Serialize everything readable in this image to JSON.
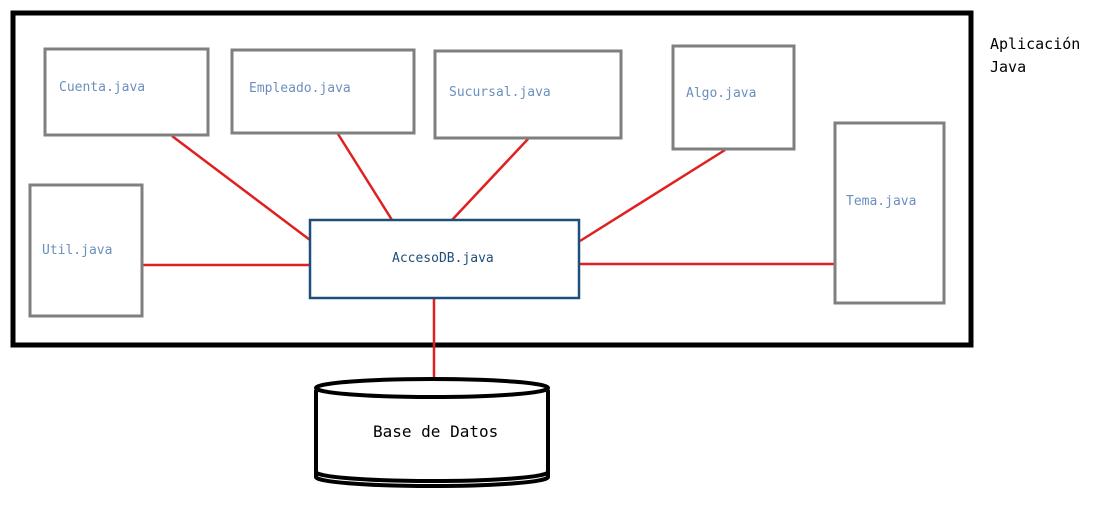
{
  "colors": {
    "link": "#e02020",
    "box_border": "#7f7f7f",
    "main_border": "#1f4e79",
    "file_text": "#6a8fbf",
    "frame": "#000000"
  },
  "app": {
    "label_line1": "Aplicación",
    "label_line2": "Java"
  },
  "main": {
    "label": "AccesoDB.java"
  },
  "files": {
    "cuenta": "Cuenta.java",
    "empleado": "Empleado.java",
    "sucursal": "Sucursal.java",
    "algo": "Algo.java",
    "tema": "Tema.java",
    "util": "Util.java"
  },
  "database": {
    "label": "Base de Datos"
  }
}
